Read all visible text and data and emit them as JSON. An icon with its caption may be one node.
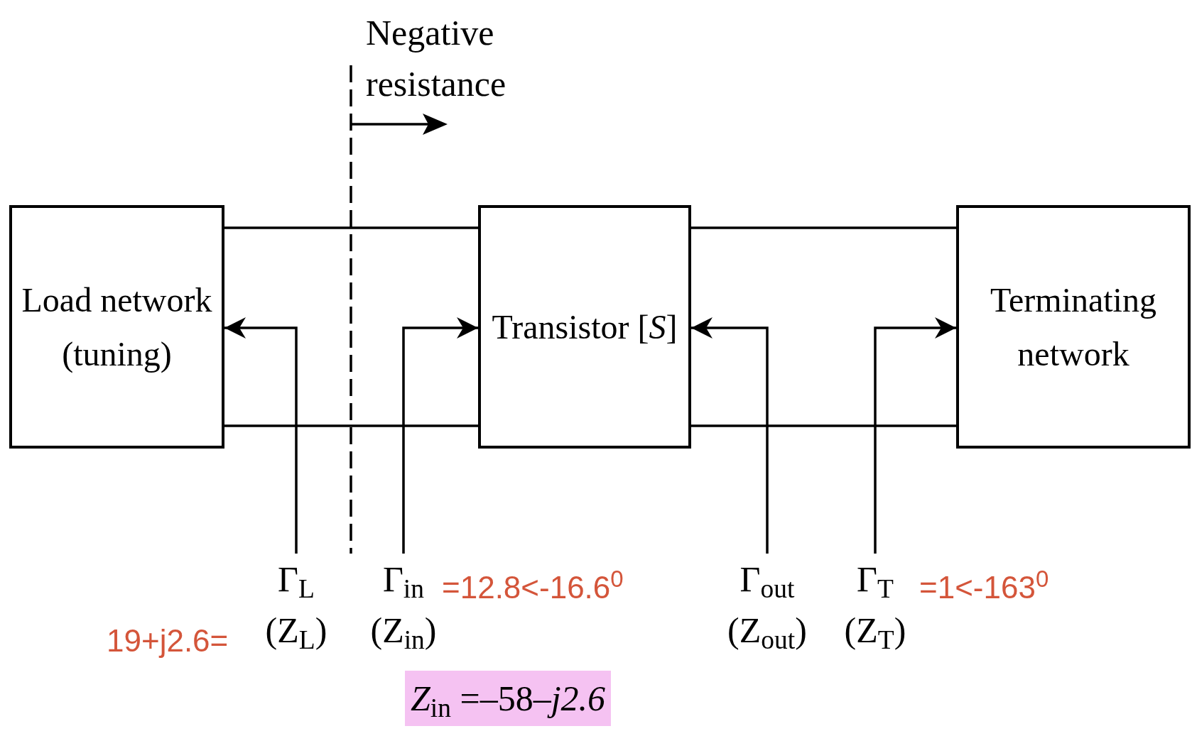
{
  "diagram": {
    "nodes": [
      {
        "text": [
          "Load network (tuning)"
        ]
      },
      {
        "text": [
          "Transistor [*S*]"
        ]
      },
      {
        "text": [
          "Terminating network"
        ]
      },
      {
        "text": [
          "Γ$_{L}$",
          "(Z$_{L}$)"
        ]
      },
      {
        "text": [
          "Γ$_{in}$",
          "(Z$_{in}$)"
        ]
      },
      {
        "text": [
          "Γ$_{out}$",
          "(Z$_{out}$)"
        ]
      },
      {
        "text": [
          "Γ$_{T}$",
          "(Z$_{T}$)"
        ]
      }
    ],
    "edges": [
      {
        "from": 0,
        "to": 1,
        "arrow": "none"
      },
      {
        "from": 0,
        "to": 1,
        "arrow": "none"
      },
      {
        "from": 1,
        "to": 2,
        "arrow": "none"
      },
      {
        "from": 1,
        "to": 2,
        "arrow": "none"
      },
      {
        "from": 3,
        "to": 0,
        "arrow": "to"
      },
      {
        "from": 4,
        "to": 1,
        "arrow": "to"
      },
      {
        "from": 5,
        "to": 1,
        "arrow": "to"
      },
      {
        "from": 6,
        "to": 2,
        "arrow": "to"
      }
    ],
    "labels": [
      "Negative resistance",
      "19+j2.6=",
      "=12.8<-16.6$^{0}$",
      "=1<-163$^{0}$",
      "*Z*$_{in}$ =–58–*j2.6*"
    ]
  }
}
